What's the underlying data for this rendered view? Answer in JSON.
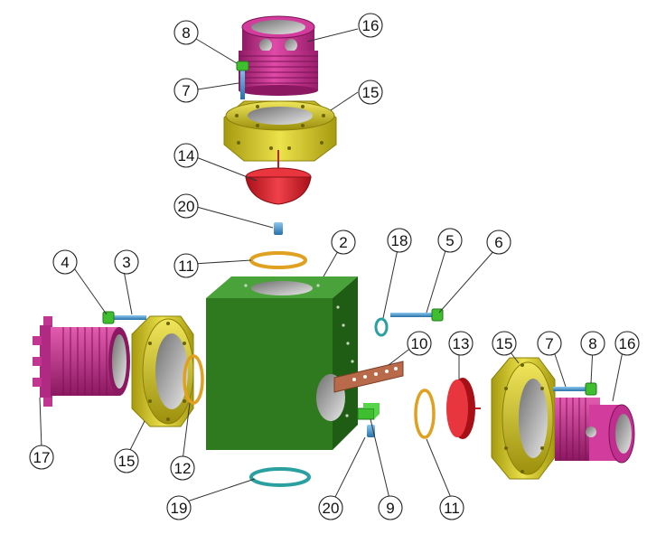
{
  "colors": {
    "body_green": "#2f7a1f",
    "flange_yellow": "#d8cc22",
    "connector_magenta": "#c42a8a",
    "disc_red": "#d81e2a",
    "ring_orange": "#e0a020",
    "seal_teal": "#2aa0a0",
    "bolt_blue": "#3c8fd0",
    "plate_copper": "#b86a4a",
    "nut_green": "#3fbf2f"
  },
  "callouts": [
    {
      "id": "c16a",
      "label": "16"
    },
    {
      "id": "c8a",
      "label": "8"
    },
    {
      "id": "c7a",
      "label": "7"
    },
    {
      "id": "c15a",
      "label": "15"
    },
    {
      "id": "c14",
      "label": "14"
    },
    {
      "id": "c20a",
      "label": "20"
    },
    {
      "id": "c11a",
      "label": "11"
    },
    {
      "id": "c2",
      "label": "2"
    },
    {
      "id": "c18",
      "label": "18"
    },
    {
      "id": "c5",
      "label": "5"
    },
    {
      "id": "c6",
      "label": "6"
    },
    {
      "id": "c4",
      "label": "4"
    },
    {
      "id": "c3",
      "label": "3"
    },
    {
      "id": "c10",
      "label": "10"
    },
    {
      "id": "c13",
      "label": "13"
    },
    {
      "id": "c15b",
      "label": "15"
    },
    {
      "id": "c7b",
      "label": "7"
    },
    {
      "id": "c8b",
      "label": "8"
    },
    {
      "id": "c16b",
      "label": "16"
    },
    {
      "id": "c17",
      "label": "17"
    },
    {
      "id": "c15c",
      "label": "15"
    },
    {
      "id": "c12",
      "label": "12"
    },
    {
      "id": "c19",
      "label": "19"
    },
    {
      "id": "c20b",
      "label": "20"
    },
    {
      "id": "c9",
      "label": "9"
    },
    {
      "id": "c11b",
      "label": "11"
    }
  ]
}
